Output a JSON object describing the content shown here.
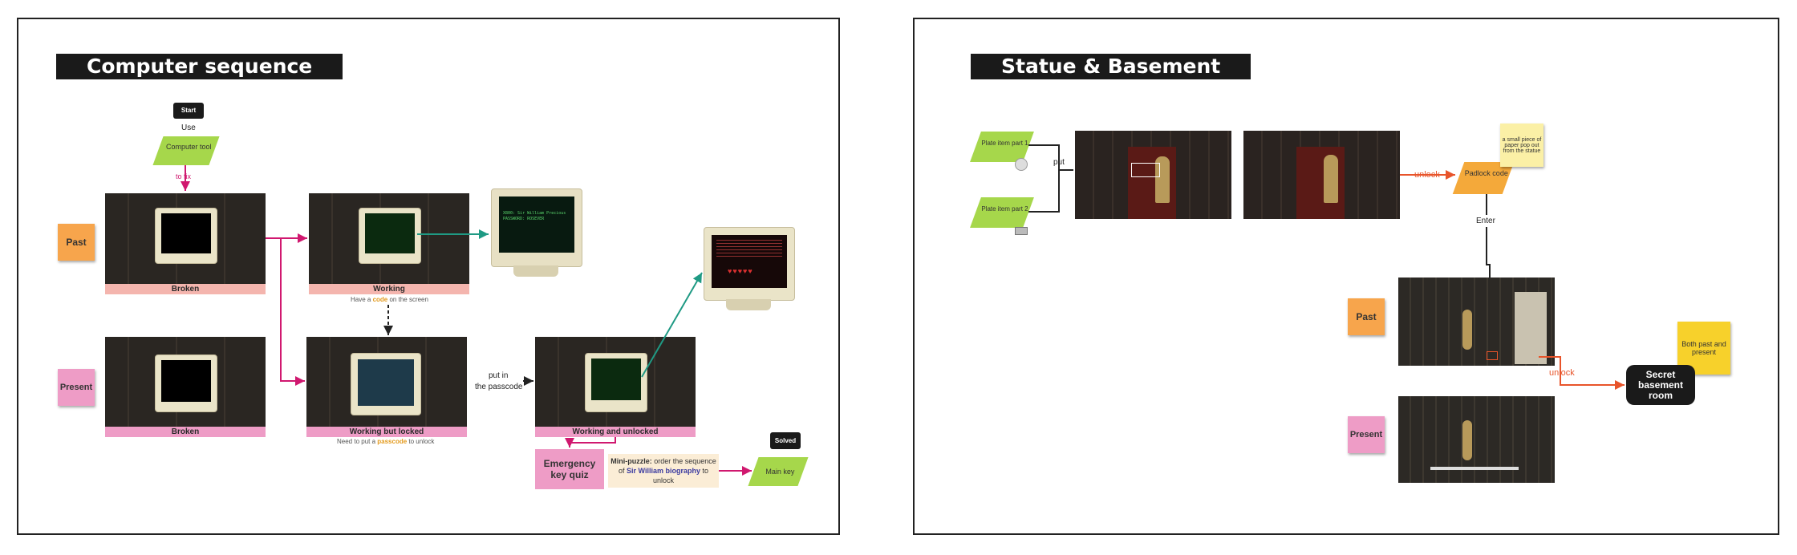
{
  "left": {
    "title": "Computer sequence",
    "start": "Start",
    "use": "Use",
    "computer_tool": "Computer tool",
    "to_fix": "to fix",
    "past": "Past",
    "present": "Present",
    "captions": {
      "broken_past": "Broken",
      "working": "Working",
      "broken_present": "Broken",
      "working_locked": "Working but locked",
      "working_unlocked": "Working and unlocked"
    },
    "working_note": {
      "pre": "Have a ",
      "hl": "code",
      "post": " on the screen"
    },
    "locked_note": {
      "pre": "Need to put a ",
      "hl": "passcode",
      "post": " to unlock"
    },
    "put_in_passcode": [
      "put in",
      "the passcode"
    ],
    "screen_text": [
      "X800: Sir William Precious",
      "PASSWORD: ROSEVER"
    ],
    "emergency": "Emergency key quiz",
    "mini_puzzle": {
      "label": "Mini-puzzle:",
      "pre": " order the sequence of ",
      "hl": "Sir William biography",
      "post": " to unlock"
    },
    "solved": "Solved",
    "main_key": "Main key"
  },
  "right": {
    "title": "Statue & Basement",
    "plate1": "Plate item part 1",
    "plate2": "Plate item part 2",
    "put": "put",
    "unlock1": "unlock",
    "padlock": "Padlock code",
    "paper_note": "a small piece of paper pop out from the statue",
    "enter": "Enter",
    "past": "Past",
    "present": "Present",
    "unlock2": "unlock",
    "both": "Both past and present",
    "secret": "Secret basement room"
  },
  "colors": {
    "magenta": "#d0186f",
    "teal": "#1f9a84",
    "orange_arrow": "#e8542a",
    "past_orange": "#f7a54c",
    "present_pink": "#ee9cc6",
    "green": "#a6d74b",
    "code_orange": "#e39a1c"
  }
}
